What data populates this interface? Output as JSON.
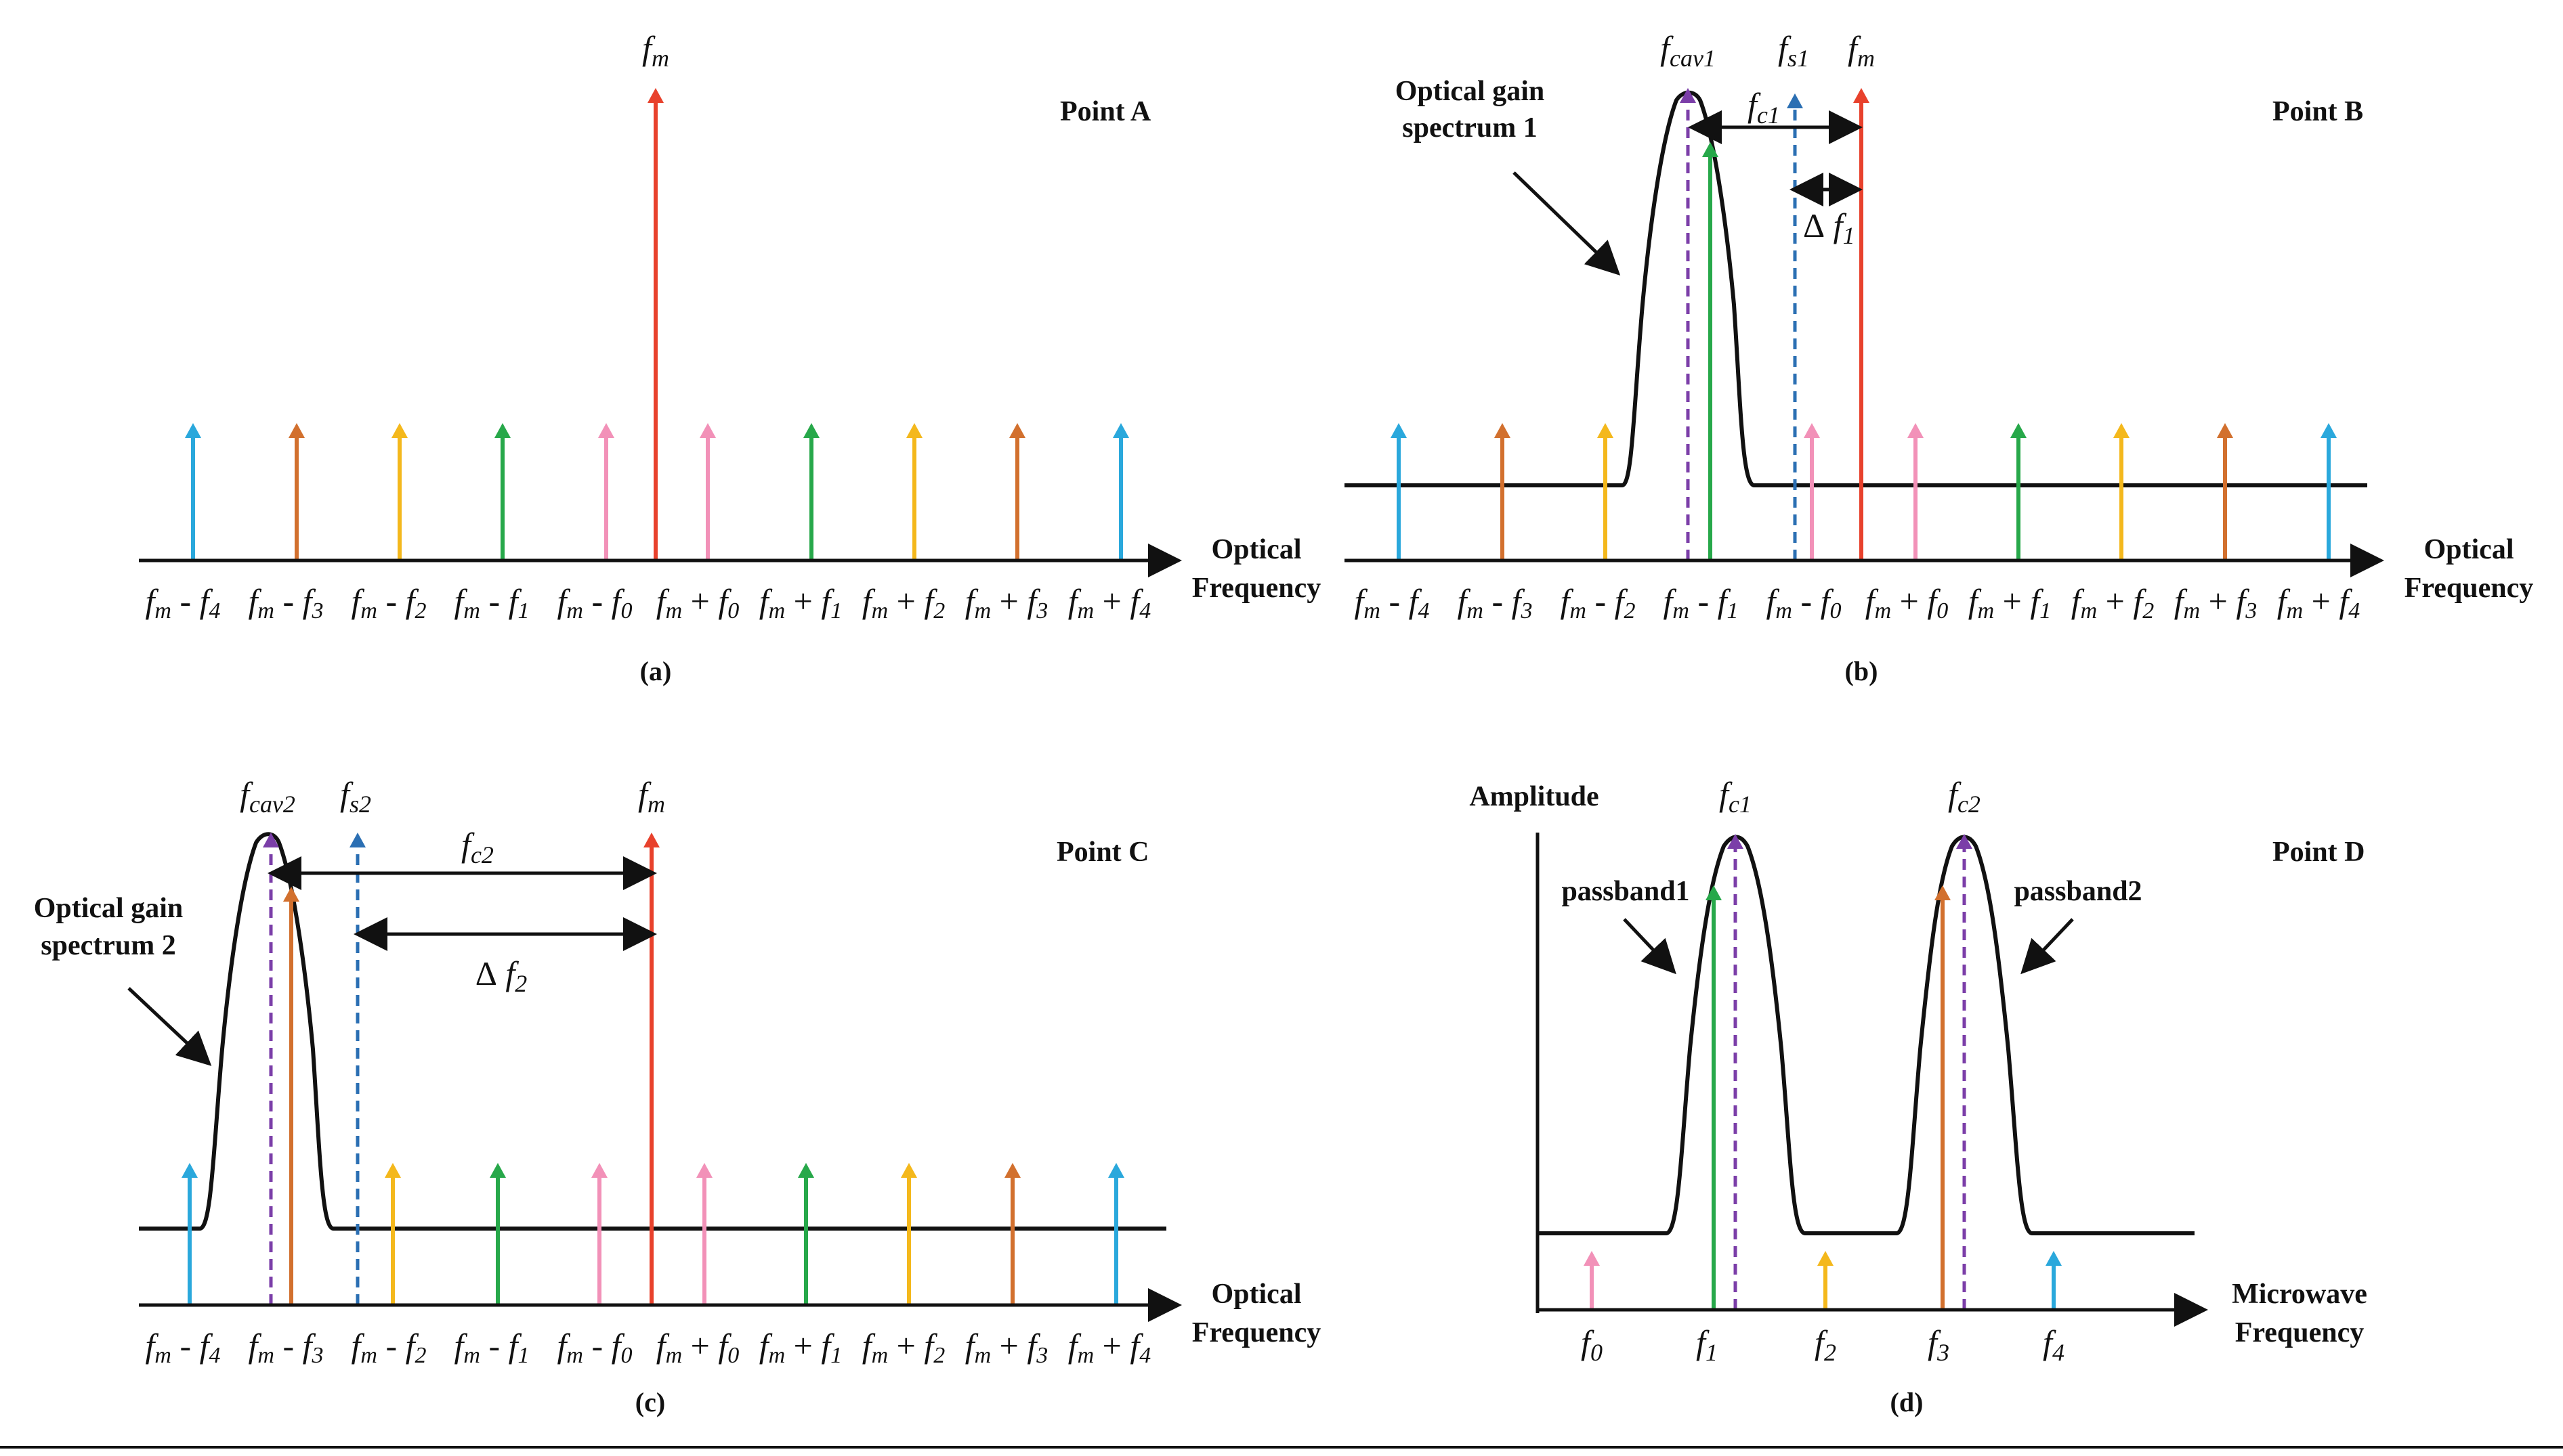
{
  "colors": {
    "red": "#e8412c",
    "blue": "#2aa8dc",
    "brown": "#d2702e",
    "yellow": "#f4b81c",
    "green": "#27a84a",
    "pink": "#f291b8",
    "purple": "#7b3ea8",
    "dark_blue": "#2b6fb3",
    "black": "#111111"
  },
  "optical_tick_labels": [
    "f_m - f_4",
    "f_m - f_3",
    "f_m - f_2",
    "f_m - f_1",
    "f_m - f_0",
    "f_m + f_0",
    "f_m + f_1",
    "f_m + f_2",
    "f_m + f_3",
    "f_m + f_4"
  ],
  "panels": {
    "a": {
      "point_label": "Point A",
      "caption": "(a)",
      "axis_label_line1": "Optical",
      "axis_label_line2": "Frequency",
      "top_labels": [
        "fm"
      ]
    },
    "b": {
      "point_label": "Point B",
      "caption": "(b)",
      "axis_label_line1": "Optical",
      "axis_label_line2": "Frequency",
      "gain_label_line1": "Optical gain",
      "gain_label_line2": "spectrum 1",
      "top_labels": [
        "fcav1",
        "fs1",
        "fm"
      ],
      "fc_label": "fc1",
      "delta_label": "Δf1"
    },
    "c": {
      "point_label": "Point C",
      "caption": "(c)",
      "axis_label_line1": "Optical",
      "axis_label_line2": "Frequency",
      "gain_label_line1": "Optical gain",
      "gain_label_line2": "spectrum 2",
      "top_labels": [
        "fcav2",
        "fs2",
        "fm"
      ],
      "fc_label": "fc2",
      "delta_label": "Δf2"
    },
    "d": {
      "point_label": "Point D",
      "caption": "(d)",
      "y_axis_label": "Amplitude",
      "axis_label_line1": "Microwave",
      "axis_label_line2": "Frequency",
      "passband1": "passband1",
      "passband2": "passband2",
      "top_labels": [
        "fc1",
        "fc2"
      ],
      "tick_labels": [
        "f0",
        "f1",
        "f2",
        "f3",
        "f4"
      ]
    }
  }
}
